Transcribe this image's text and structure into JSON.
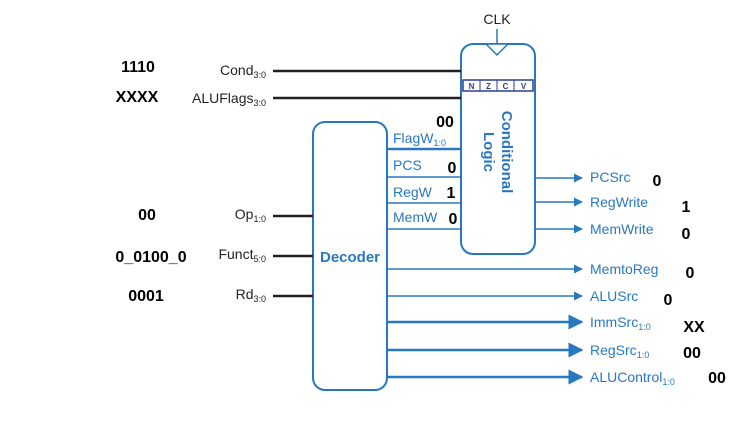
{
  "clock": {
    "label": "CLK"
  },
  "cond_logic": {
    "title_line1": "Conditional",
    "title_line2": "Logic",
    "flags": [
      "N",
      "Z",
      "C",
      "V"
    ]
  },
  "decoder": {
    "title": "Decoder"
  },
  "inputs": {
    "cond": {
      "label": "Cond",
      "sub": "3:0",
      "value": "1110"
    },
    "aluflags": {
      "label": "ALUFlags",
      "sub": "3:0",
      "value": "XXXX"
    },
    "op": {
      "label": "Op",
      "sub": "1:0",
      "value": "00"
    },
    "funct": {
      "label": "Funct",
      "sub": "5:0",
      "value": "0_0100_0"
    },
    "rd": {
      "label": "Rd",
      "sub": "3:0",
      "value": "0001"
    }
  },
  "internal": {
    "flagw": {
      "label": "FlagW",
      "sub": "1:0",
      "value": "00"
    },
    "pcs": {
      "label": "PCS",
      "value": "0"
    },
    "regw": {
      "label": "RegW",
      "value": "1"
    },
    "memw": {
      "label": "MemW",
      "value": "0"
    }
  },
  "outputs": {
    "pcsrc": {
      "label": "PCSrc",
      "value": "0"
    },
    "regwrite": {
      "label": "RegWrite",
      "value": "1"
    },
    "memwrite": {
      "label": "MemWrite",
      "value": "0"
    },
    "memtoreg": {
      "label": "MemtoReg",
      "value": "0"
    },
    "alusrc": {
      "label": "ALUSrc",
      "value": "0"
    },
    "immsrc": {
      "label": "ImmSrc",
      "sub": "1:0",
      "value": "XX"
    },
    "regsrc": {
      "label": "RegSrc",
      "sub": "1:0",
      "value": "00"
    },
    "alucontrol": {
      "label": "ALUControl",
      "sub": "1:0",
      "value": "00"
    }
  },
  "colors": {
    "accent": "#2878c0",
    "wire": "#222222",
    "flag": "#2b3f8c"
  }
}
